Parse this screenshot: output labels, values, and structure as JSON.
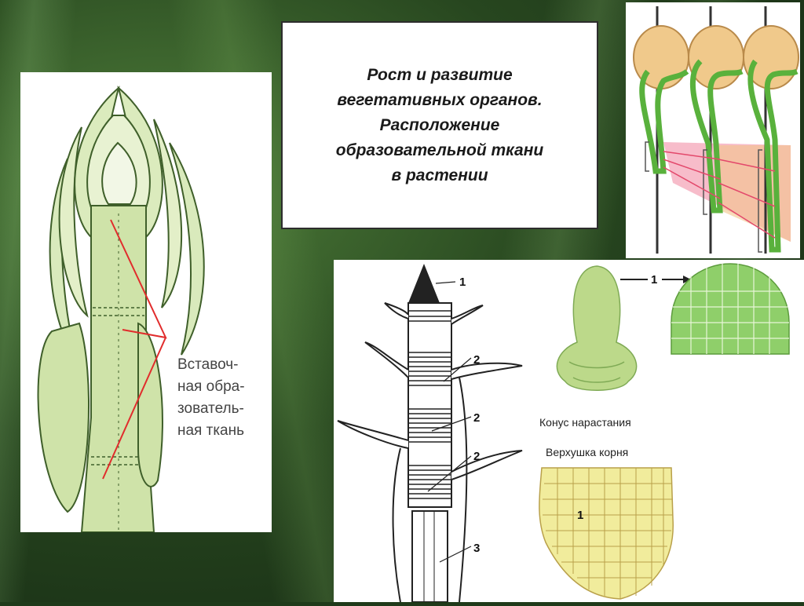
{
  "slide": {
    "title_lines": [
      "Рост и развитие",
      "вегетативных органов.",
      "Расположение",
      "образовательной ткани",
      "в растении"
    ]
  },
  "left_figure": {
    "label_lines": [
      "Вставоч-",
      "ная обра-",
      "зователь-",
      "ная ткань"
    ]
  },
  "bottom_figure": {
    "stem_labels": [
      "1",
      "2",
      "2",
      "2",
      "3"
    ],
    "cone_caption": "Конус нарастания",
    "root_caption": "Верхушка корня",
    "cone_arrow_label": "1",
    "root_tissue_label": "1"
  },
  "colors": {
    "plant_green": "#cfe3a9",
    "outline_green": "#3f5f2a",
    "pointer_red": "#e12c2c",
    "root_yellow": "#f1ec9c"
  }
}
